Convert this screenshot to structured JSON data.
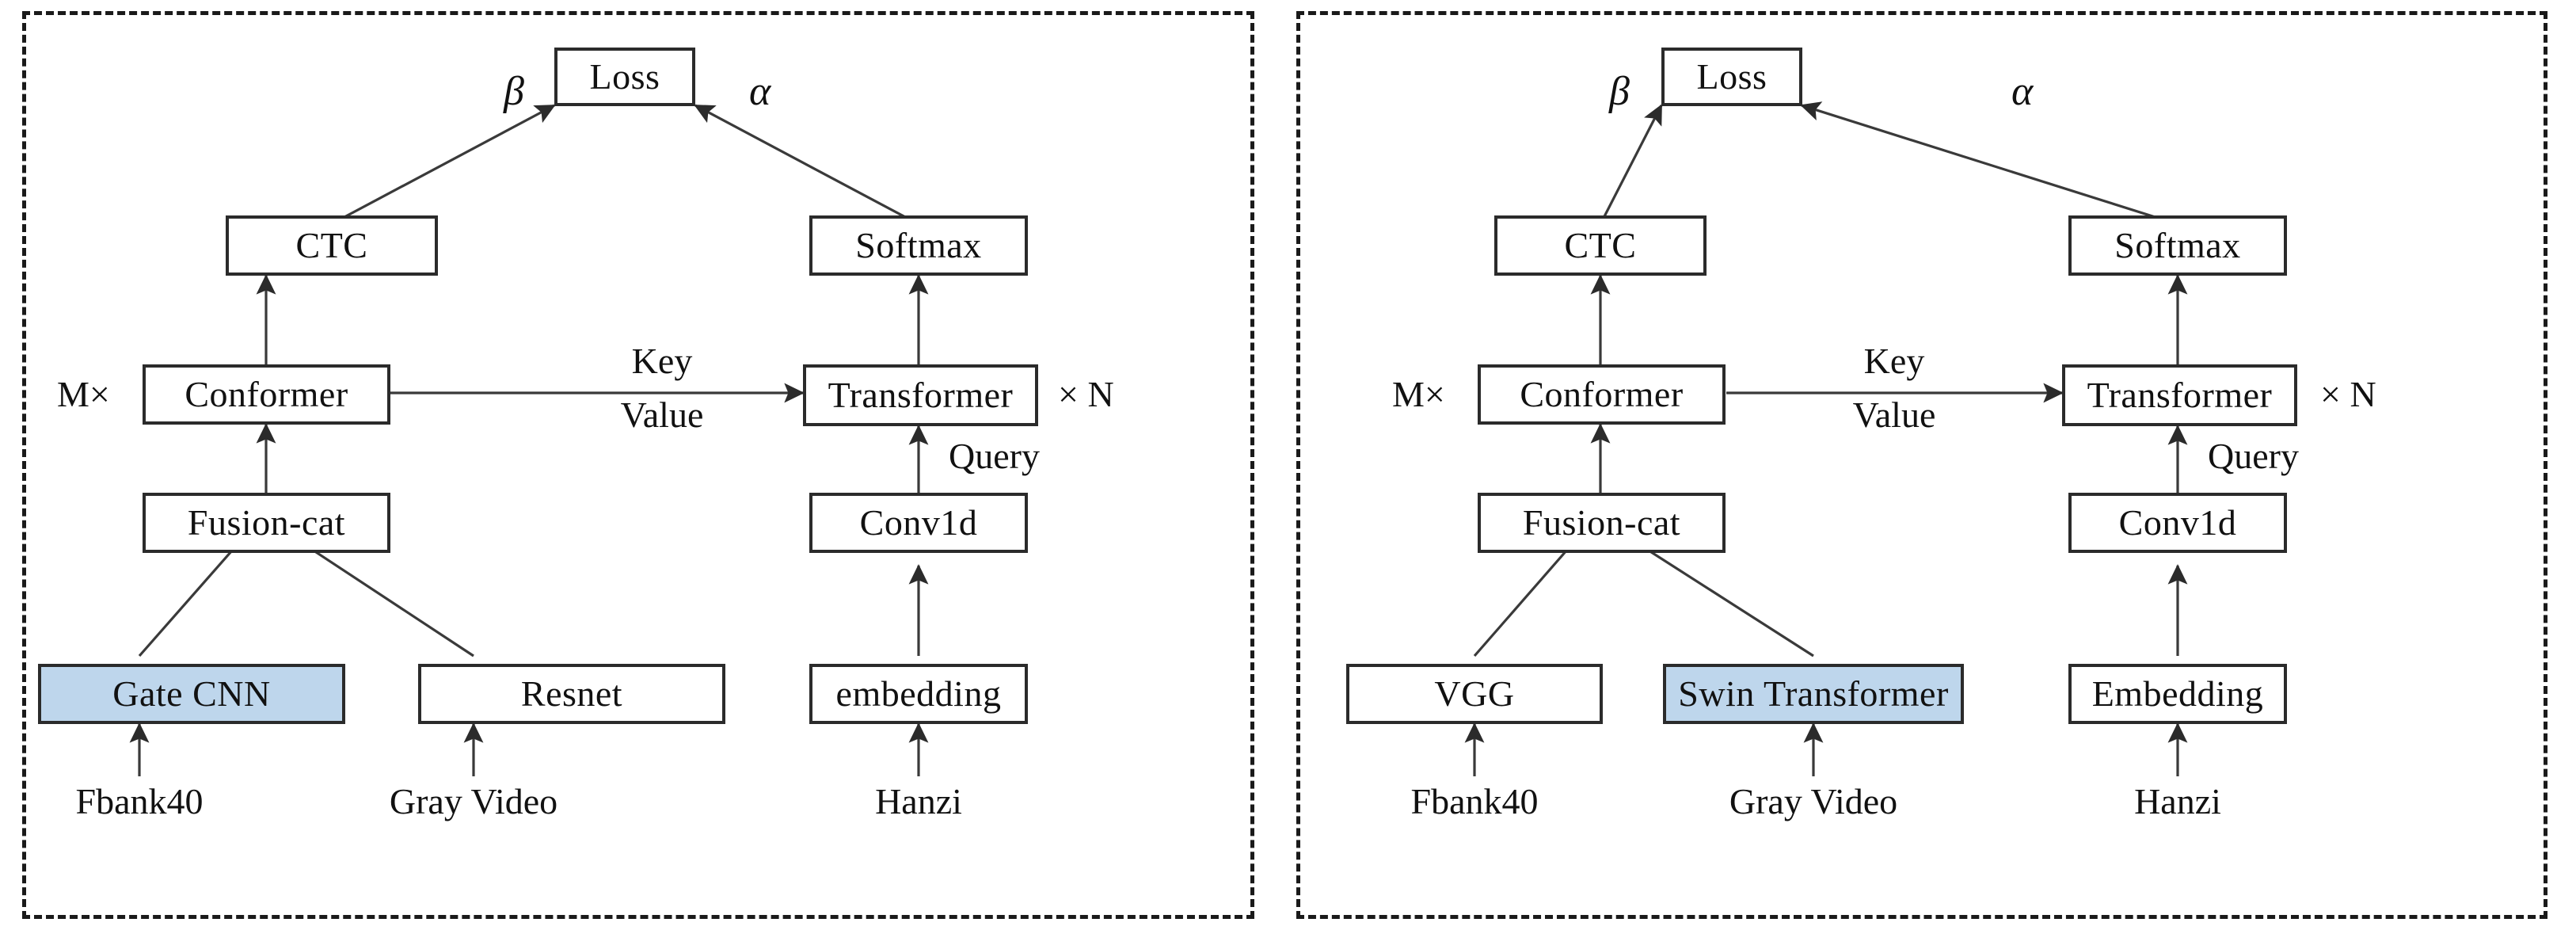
{
  "figure": {
    "type": "architecture-diagram",
    "panel_count": 2,
    "colors": {
      "highlight_fill": "#bed6ec",
      "box_border": "#2b2b2b",
      "panel_border": "#1a1a1a",
      "edge": "#3a3a3a",
      "background": "#ffffff"
    }
  },
  "panels": [
    {
      "id": "left",
      "name": "left-panel",
      "nodes": {
        "loss": "Loss",
        "ctc": "CTC",
        "softmax": "Softmax",
        "conformer": "Conformer",
        "transformer": "Transformer",
        "fusion": "Fusion-cat",
        "conv1d": "Conv1d",
        "audio_frontend": "Gate CNN",
        "video_frontend": "Resnet",
        "text_frontend": "embedding"
      },
      "highlighted_node": "Gate CNN",
      "labels": {
        "beta": "β",
        "alpha": "α",
        "encoder_repeat": "M×",
        "decoder_repeat": "× N",
        "key": "Key",
        "value": "Value",
        "query": "Query",
        "audio_input": "Fbank40",
        "video_input": "Gray Video",
        "text_input": "Hanzi"
      }
    },
    {
      "id": "right",
      "name": "right-panel",
      "nodes": {
        "loss": "Loss",
        "ctc": "CTC",
        "softmax": "Softmax",
        "conformer": "Conformer",
        "transformer": "Transformer",
        "fusion": "Fusion-cat",
        "conv1d": "Conv1d",
        "audio_frontend": "VGG",
        "video_frontend": "Swin Transformer",
        "text_frontend": "Embedding"
      },
      "highlighted_node": "Swin Transformer",
      "labels": {
        "beta": "β",
        "alpha": "α",
        "encoder_repeat": "M×",
        "decoder_repeat": "× N",
        "key": "Key",
        "value": "Value",
        "query": "Query",
        "audio_input": "Fbank40",
        "video_input": "Gray Video",
        "text_input": "Hanzi"
      }
    }
  ]
}
